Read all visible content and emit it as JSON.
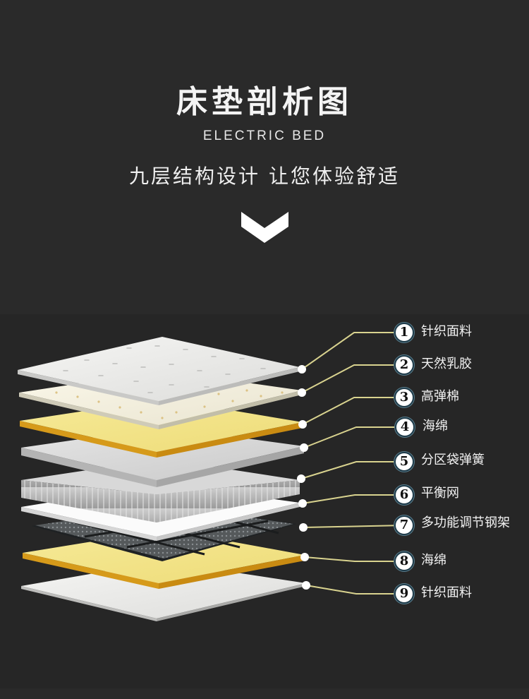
{
  "header": {
    "title": "床垫剖析图",
    "subtitle_en": "ELECTRIC BED",
    "tagline": "九层结构设计 让您体验舒适",
    "chevron_icon": "chevron-down-icon"
  },
  "colors": {
    "background": "#2a2a2a",
    "text": "#f2f2f2",
    "leader_line": "#d9d38f",
    "foam_yellow": "#f2e48a",
    "foam_edge": "#d69a1a",
    "fabric_white": "#eeeeec",
    "spring_gray": "#bdbdbd",
    "frame_dark": "#4a4e50"
  },
  "layers": [
    {
      "number": "1",
      "label": "针织面料"
    },
    {
      "number": "2",
      "label": "天然乳胶"
    },
    {
      "number": "3",
      "label": "高弹棉"
    },
    {
      "number": "4",
      "label": "海绵"
    },
    {
      "number": "5",
      "label": "分区袋弹簧"
    },
    {
      "number": "6",
      "label": "平衡网"
    },
    {
      "number": "7",
      "label": "多功能调节钢架"
    },
    {
      "number": "8",
      "label": "海绵"
    },
    {
      "number": "9",
      "label": "针织面料"
    }
  ]
}
